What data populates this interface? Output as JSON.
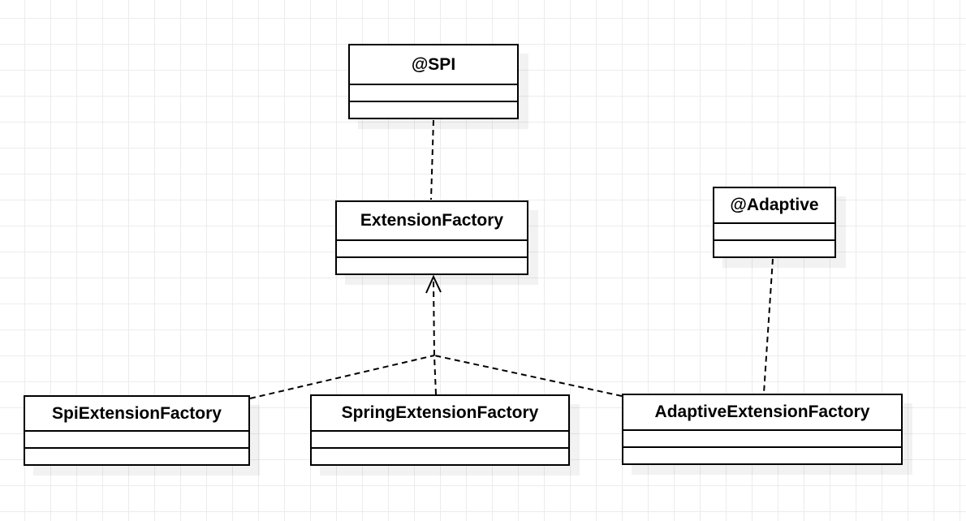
{
  "diagram": {
    "type": "uml-class-diagram",
    "classes": [
      {
        "name": "@SPI",
        "kind": "annotation",
        "empty_compartments": 2
      },
      {
        "name": "ExtensionFactory",
        "kind": "interface",
        "empty_compartments": 2
      },
      {
        "name": "@Adaptive",
        "kind": "annotation",
        "empty_compartments": 2
      },
      {
        "name": "SpiExtensionFactory",
        "kind": "class",
        "empty_compartments": 2
      },
      {
        "name": "SpringExtensionFactory",
        "kind": "class",
        "empty_compartments": 2
      },
      {
        "name": "AdaptiveExtensionFactory",
        "kind": "class",
        "empty_compartments": 2
      }
    ],
    "edges": [
      {
        "from": "@SPI",
        "to": "ExtensionFactory",
        "style": "dashed",
        "arrowhead": "none"
      },
      {
        "from": "SpiExtensionFactory",
        "to": "ExtensionFactory",
        "style": "dashed",
        "arrowhead": "open-v-at-ExtensionFactory",
        "note": "merges into shared trunk"
      },
      {
        "from": "SpringExtensionFactory",
        "to": "ExtensionFactory",
        "style": "dashed",
        "arrowhead": "open-v-at-ExtensionFactory",
        "note": "merges into shared trunk"
      },
      {
        "from": "AdaptiveExtensionFactory",
        "to": "ExtensionFactory",
        "style": "dashed",
        "arrowhead": "open-v-at-ExtensionFactory",
        "note": "merges into shared trunk"
      },
      {
        "from": "@Adaptive",
        "to": "AdaptiveExtensionFactory",
        "style": "dashed",
        "arrowhead": "none"
      }
    ],
    "colors": {
      "shape_fill": "#ffffff",
      "shape_stroke": "#000000",
      "edge_stroke": "#000000",
      "grid_line": "#ececec",
      "canvas_background": "#ffffff",
      "shadow": "rgba(0,0,0,0.05)"
    }
  }
}
